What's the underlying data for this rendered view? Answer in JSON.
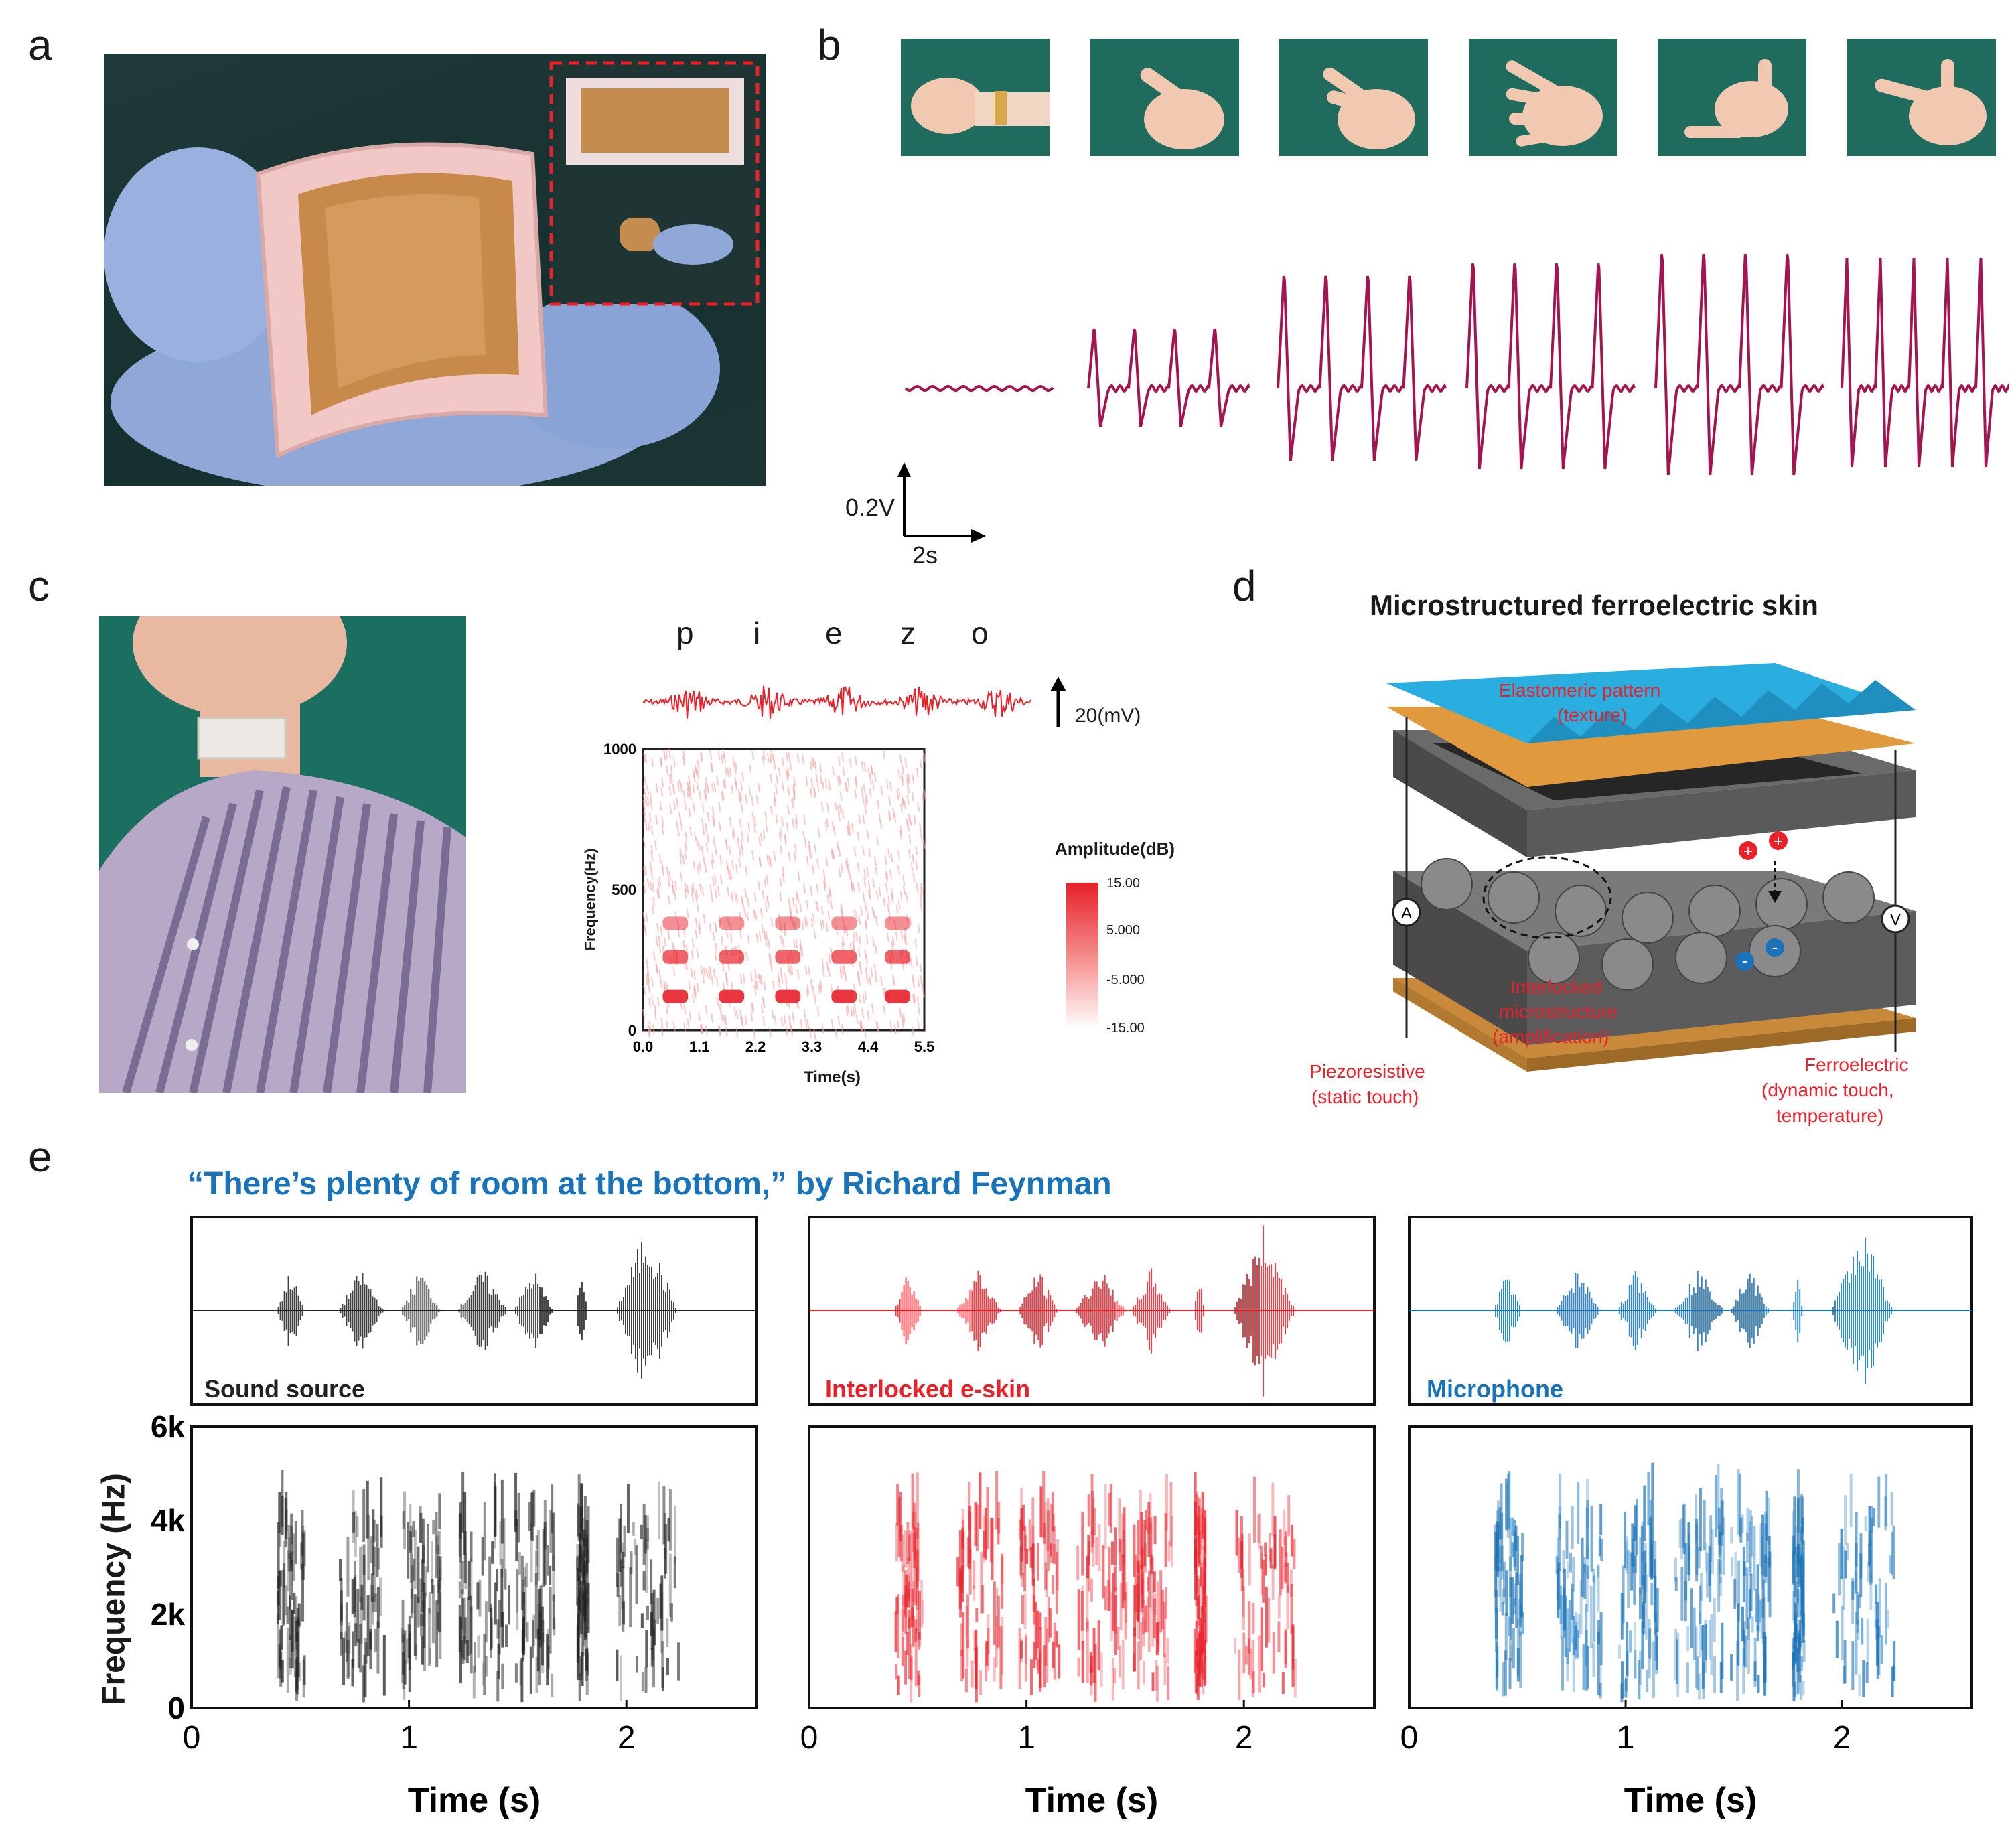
{
  "panels": {
    "a": {
      "letter": "a"
    },
    "b": {
      "letter": "b",
      "scale_v": "0.2V",
      "scale_t": "2s"
    },
    "c": {
      "letter": "c",
      "letters": [
        "p",
        "i",
        "e",
        "z",
        "o"
      ],
      "scale_label": "20(mV)",
      "ylabel": "Frequency(Hz)",
      "xlabel": "Time(s)",
      "yticks": [
        "1000",
        "500",
        "0"
      ],
      "xticks": [
        "0.0",
        "1.1",
        "2.2",
        "3.3",
        "4.4",
        "5.5"
      ],
      "colorbar_title": "Amplitude(dB)",
      "colorbar_ticks": [
        "15.00",
        "5.000",
        "-5.000",
        "-15.00"
      ]
    },
    "d": {
      "letter": "d",
      "title": "Microstructured ferroelectric skin",
      "label_pattern_1": "Elastomeric pattern",
      "label_pattern_2": "(texture)",
      "label_interlock_1": "Interlocked",
      "label_interlock_2": "microstructure",
      "label_interlock_3": "(amplification)",
      "label_piezo_1": "Piezoresistive",
      "label_piezo_2": "(static touch)",
      "label_ferro_1": "Ferroelectric",
      "label_ferro_2": "(dynamic touch,",
      "label_ferro_3": "temperature)",
      "meter_a": "A",
      "meter_v": "V",
      "plus": "+",
      "minus": "-"
    },
    "e": {
      "letter": "e",
      "title": "“There’s plenty of room at the bottom,” by Richard Feynman",
      "ylabel": "Frequency (Hz)",
      "yticks": [
        "6k",
        "4k",
        "2k",
        "0"
      ],
      "xticks": [
        "0",
        "1",
        "2"
      ],
      "xlabel": "Time (s)",
      "sub": [
        {
          "label": "Sound source",
          "color": "#222222"
        },
        {
          "label": "Interlocked e-skin",
          "color": "#e8212a"
        },
        {
          "label": "Microphone",
          "color": "#1a73b8"
        }
      ]
    }
  },
  "colors": {
    "trace_b": "#a3154f",
    "trace_c": "#e8212a",
    "blue_layer": "#2aaee0",
    "orange_layer": "#e09a3c",
    "grey_layer": "#5c5c5c"
  }
}
